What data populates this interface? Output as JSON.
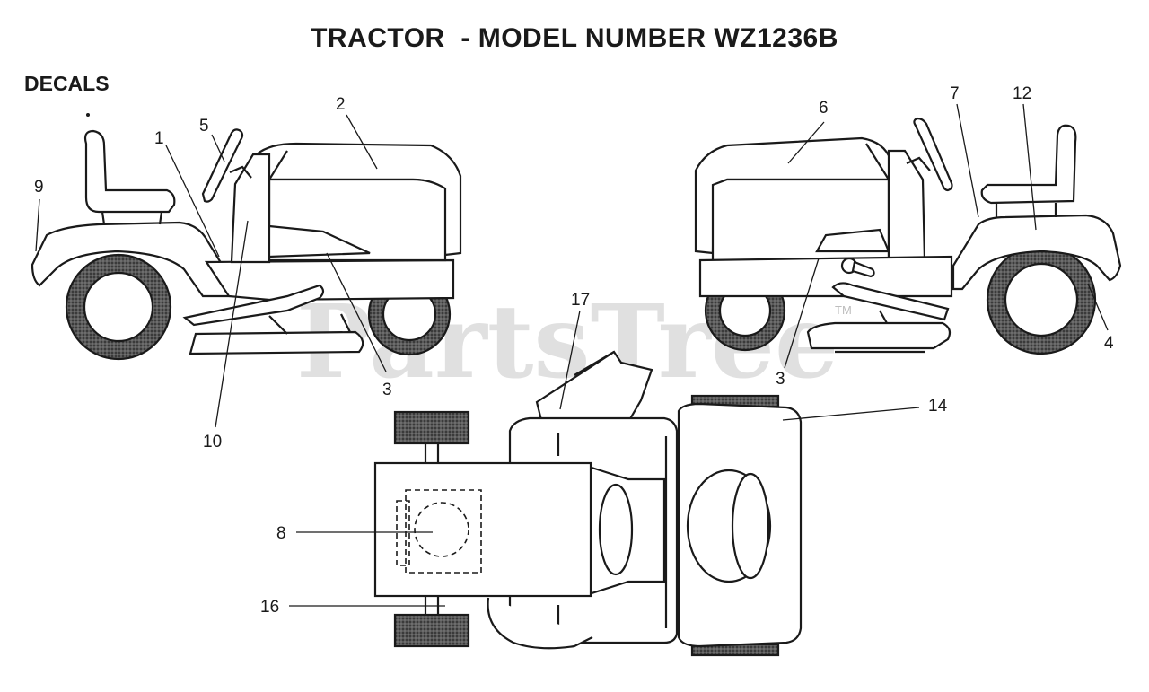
{
  "title": "TRACTOR  - MODEL NUMBER WZ1236B",
  "section": "DECALS",
  "watermark": {
    "text": "PartsTree",
    "tm": "TM"
  },
  "callouts": {
    "c1": "1",
    "c2": "2",
    "c3a": "3",
    "c3b": "3",
    "c4": "4",
    "c5": "5",
    "c6": "6",
    "c7": "7",
    "c8": "8",
    "c9": "9",
    "c10": "10",
    "c12": "12",
    "c14": "14",
    "c16": "16",
    "c17": "17"
  }
}
